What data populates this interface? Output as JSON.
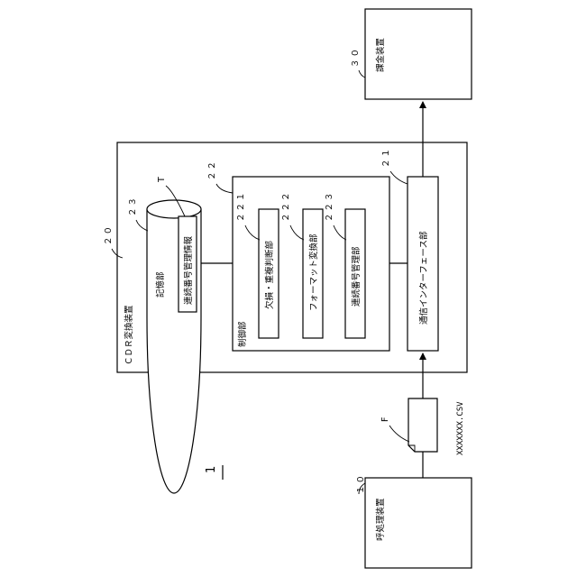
{
  "system_number": "1",
  "call_processor": {
    "ref": "１０",
    "label": "呼処理装置"
  },
  "billing_device": {
    "ref": "３０",
    "label": "課金装置"
  },
  "cdr_converter": {
    "ref": "２０",
    "label": "ＣＤＲ変換装置"
  },
  "storage": {
    "ref": "２３",
    "label": "記憶部",
    "table_ref": "T",
    "table_label": "連続番号管理情報"
  },
  "control": {
    "ref": "２２",
    "label": "制御部"
  },
  "missing_dup_unit": {
    "ref": "２２１",
    "label": "欠損・重複判断部"
  },
  "format_unit": {
    "ref": "２２２",
    "label": "フォーマット変換部"
  },
  "seq_mgmt_unit": {
    "ref": "２２３",
    "label": "連続番号管理部"
  },
  "comm_interface": {
    "ref": "２１",
    "label": "通信インターフェース部"
  },
  "file": {
    "ref": "F",
    "name": "XXXXXXX.CSV"
  }
}
